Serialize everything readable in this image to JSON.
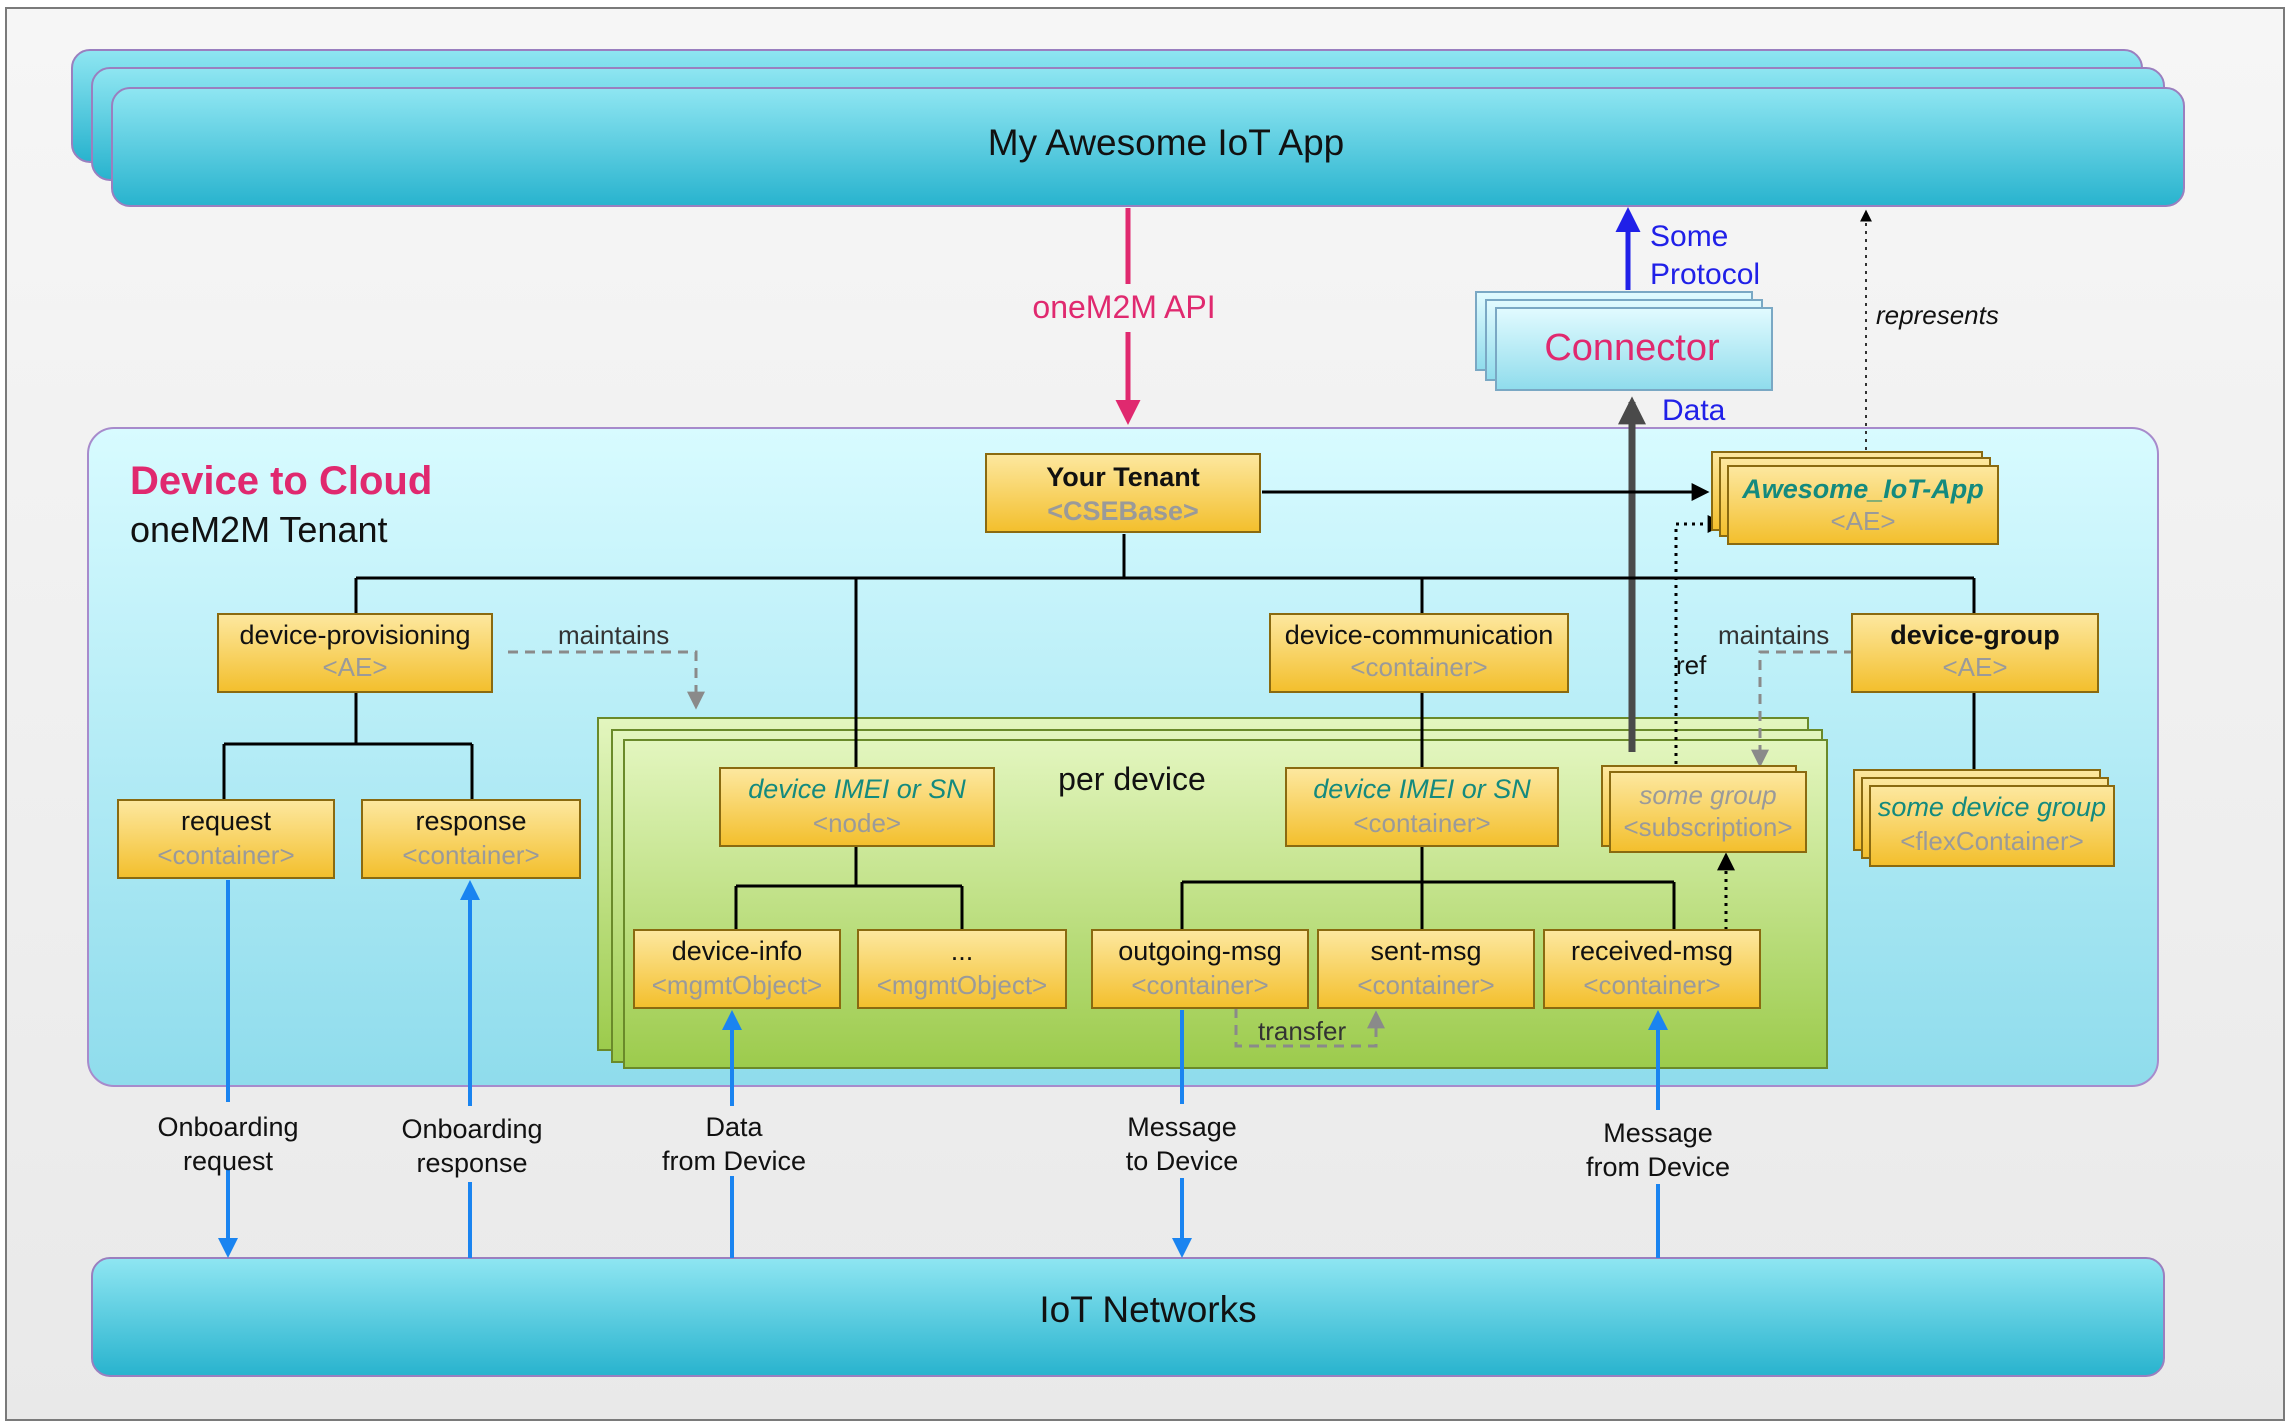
{
  "app": {
    "label": "My Awesome IoT App"
  },
  "networks": {
    "label": "IoT Networks"
  },
  "tenant": {
    "title": "Device to Cloud",
    "subtitle": "oneM2M Tenant"
  },
  "api": {
    "label": "oneM2M API"
  },
  "connector": {
    "label": "Connector",
    "protocol_line1": "Some",
    "protocol_line2": "Protocol",
    "data_label": "Data"
  },
  "represents_label": "represents",
  "per_device_label": "per device",
  "nodes": {
    "cse": {
      "name": "Your Tenant",
      "type": "<CSEBase>"
    },
    "awesome_ae": {
      "name": "Awesome_IoT-App",
      "type": "<AE>"
    },
    "device_provisioning": {
      "name": "device-provisioning",
      "type": "<AE>"
    },
    "device_communication": {
      "name": "device-communication",
      "type": "<container>"
    },
    "device_group": {
      "name": "device-group",
      "type": "<AE>"
    },
    "request": {
      "name": "request",
      "type": "<container>"
    },
    "response": {
      "name": "response",
      "type": "<container>"
    },
    "device_node": {
      "name": "device IMEI or SN",
      "type": "<node>"
    },
    "device_container": {
      "name": "device IMEI or SN",
      "type": "<container>"
    },
    "some_group_sub": {
      "name": "some group",
      "type": "<subscription>"
    },
    "some_device_group": {
      "name": "some device group",
      "type": "<flexContainer>"
    },
    "device_info": {
      "name": "device-info",
      "type": "<mgmtObject>"
    },
    "more_mgmt": {
      "name": "...",
      "type": "<mgmtObject>"
    },
    "outgoing_msg": {
      "name": "outgoing-msg",
      "type": "<container>"
    },
    "sent_msg": {
      "name": "sent-msg",
      "type": "<container>"
    },
    "received_msg": {
      "name": "received-msg",
      "type": "<container>"
    }
  },
  "edge_labels": {
    "maintains_left": "maintains",
    "maintains_right": "maintains",
    "ref": "ref",
    "transfer": "transfer"
  },
  "flows": {
    "onboarding_request": {
      "line1": "Onboarding",
      "line2": "request"
    },
    "onboarding_response": {
      "line1": "Onboarding",
      "line2": "response"
    },
    "data_from_device": {
      "line1": "Data",
      "line2": "from Device"
    },
    "message_to_device": {
      "line1": "Message",
      "line2": "to Device"
    },
    "message_from_device": {
      "line1": "Message",
      "line2": "from Device"
    }
  },
  "colors": {
    "band": "#3fc7df",
    "tenant_bg": "#c9f3fb",
    "per_device_bg": "#bfe080",
    "node_fill": "#f7cc45",
    "accent_pink": "#e0296f",
    "protocol_blue": "#2020e8",
    "flow_blue": "#1a84f0",
    "teal_text": "#148a7e",
    "type_grey": "#9a9a9a"
  }
}
